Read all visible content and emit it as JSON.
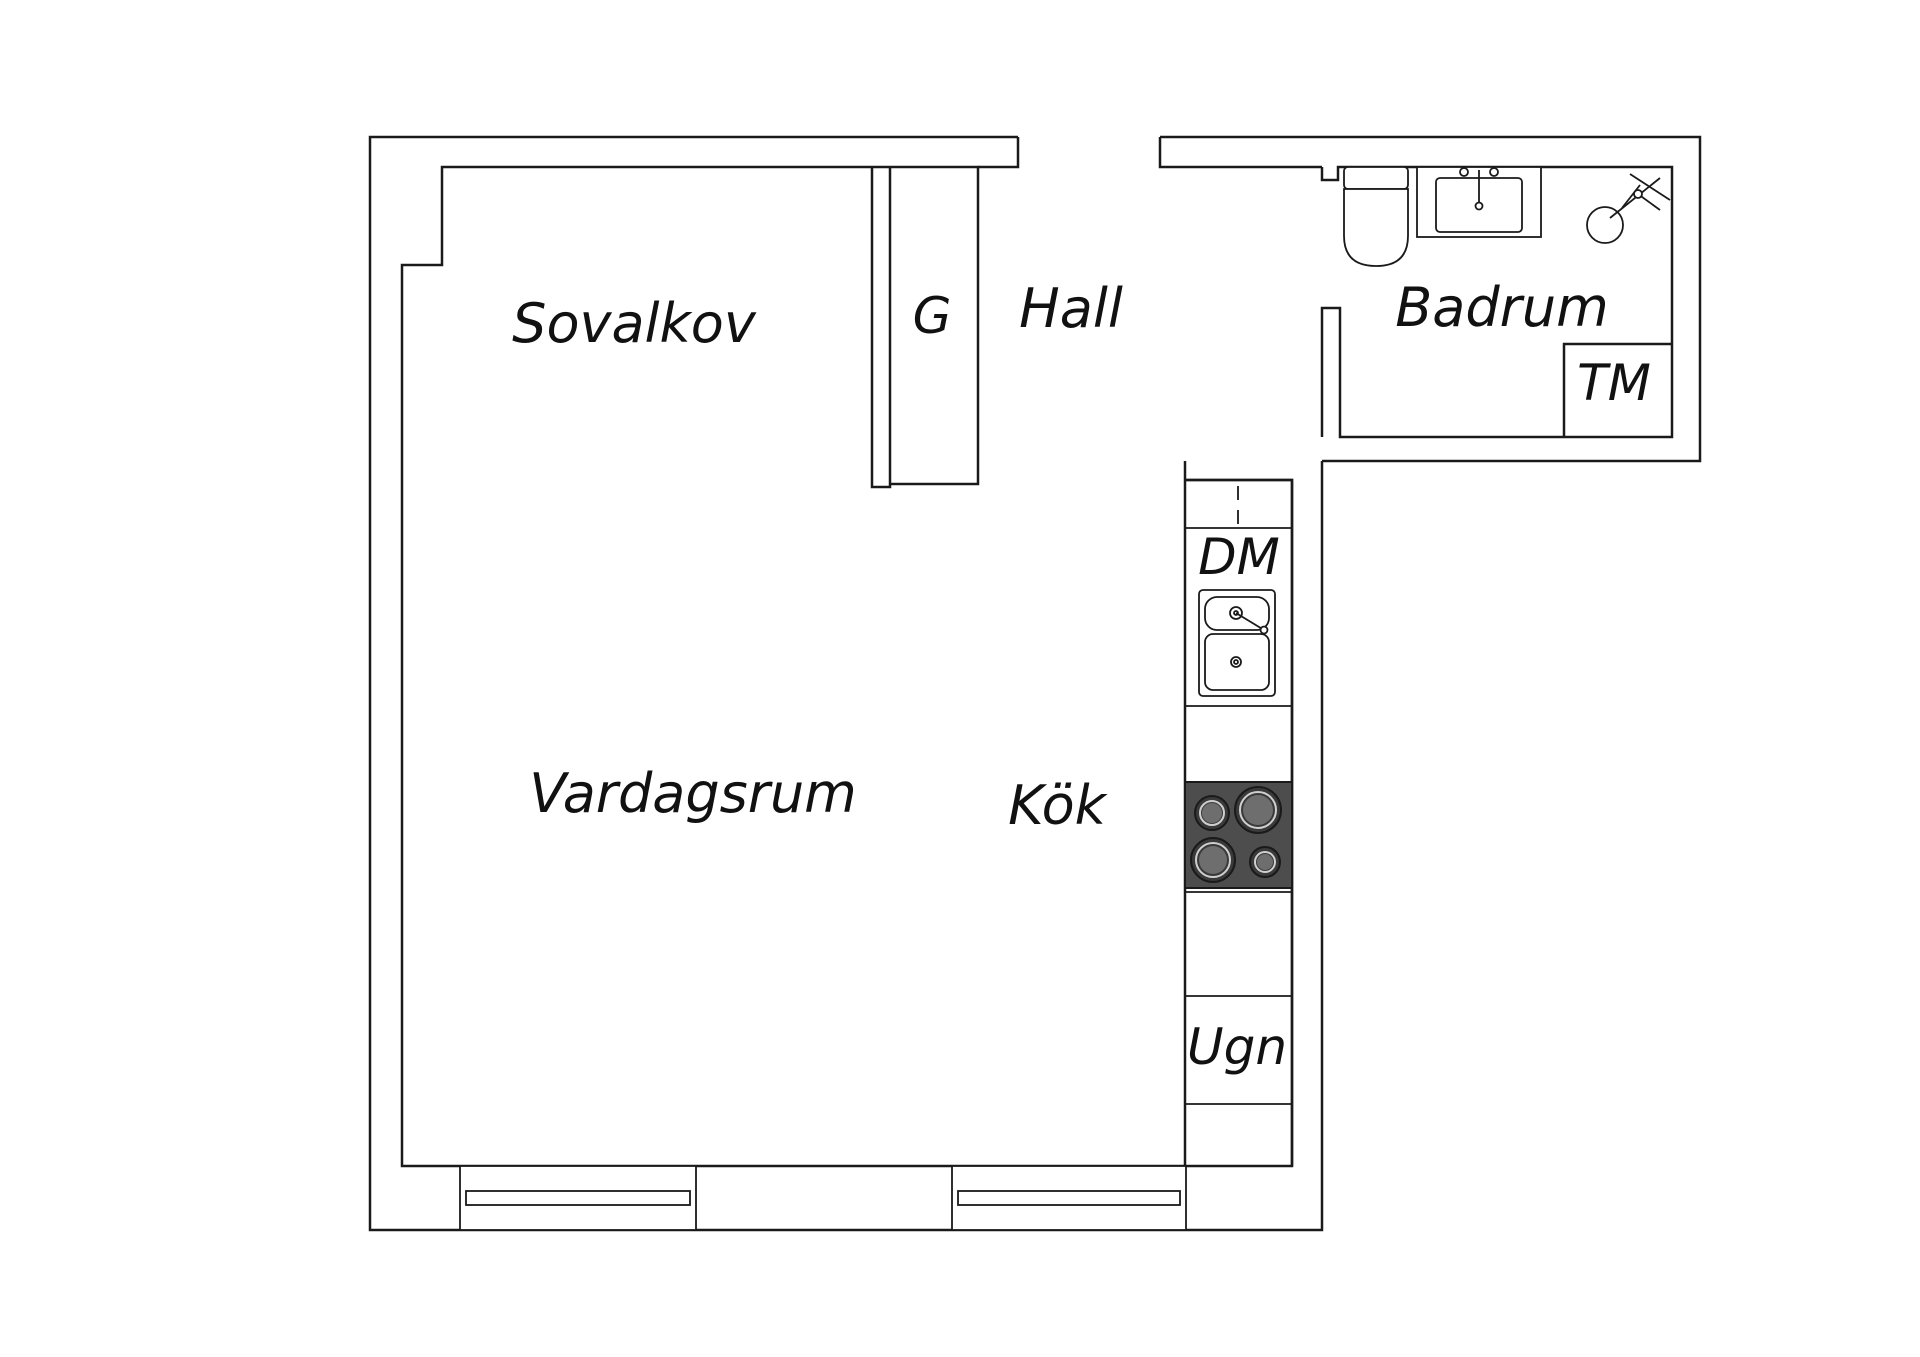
{
  "floorplan": {
    "rooms": {
      "sovalkov": "Sovalkov",
      "garderob": "G",
      "hall": "Hall",
      "badrum": "Badrum",
      "tvattmaskin": "TM",
      "diskmaskin": "DM",
      "vardagsrum": "Vardagsrum",
      "kok": "Kök",
      "ugn": "Ugn"
    },
    "fixtures": [
      "toilet-icon",
      "bathroom-sink-icon",
      "shower-icon",
      "kitchen-sink-icon",
      "hob-icon",
      "window-icon"
    ],
    "colors": {
      "line": "#1a1a1a",
      "hob": "#4d4d4d",
      "background": "#ffffff"
    }
  }
}
